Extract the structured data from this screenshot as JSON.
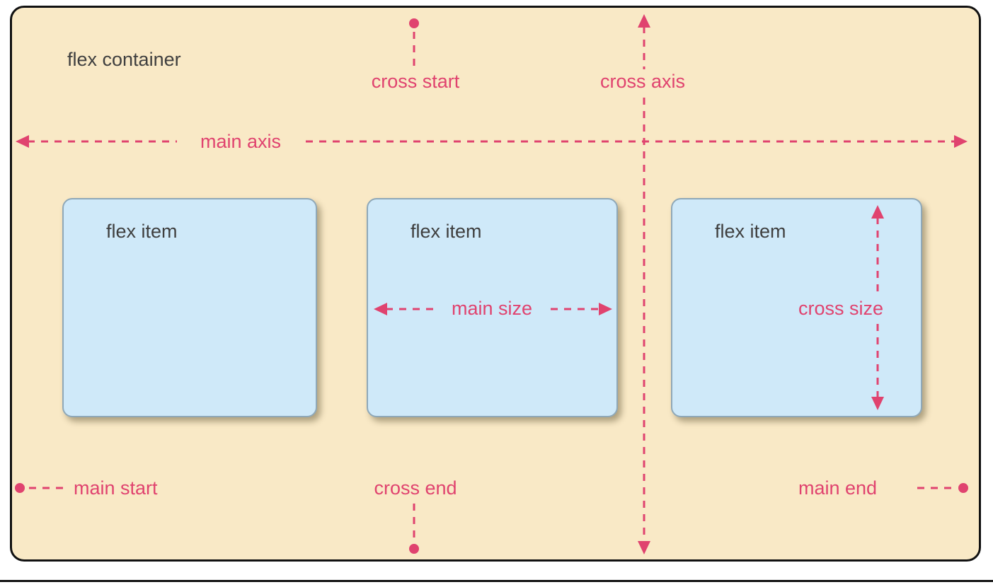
{
  "diagram": {
    "container_label": "flex container",
    "items": [
      {
        "label": "flex item"
      },
      {
        "label": "flex item"
      },
      {
        "label": "flex item"
      }
    ],
    "annotations": {
      "cross_start": "cross start",
      "cross_axis": "cross axis",
      "main_axis": "main axis",
      "main_size": "main size",
      "cross_size": "cross size",
      "main_start": "main start",
      "cross_end": "cross end",
      "main_end": "main end"
    },
    "colors": {
      "container_fill": "#f9e9c6",
      "container_border": "#111111",
      "item_fill": "#cfe9f9",
      "item_border": "#8fa8b8",
      "accent": "#e0436f",
      "label_text": "#3f3f3f"
    }
  }
}
